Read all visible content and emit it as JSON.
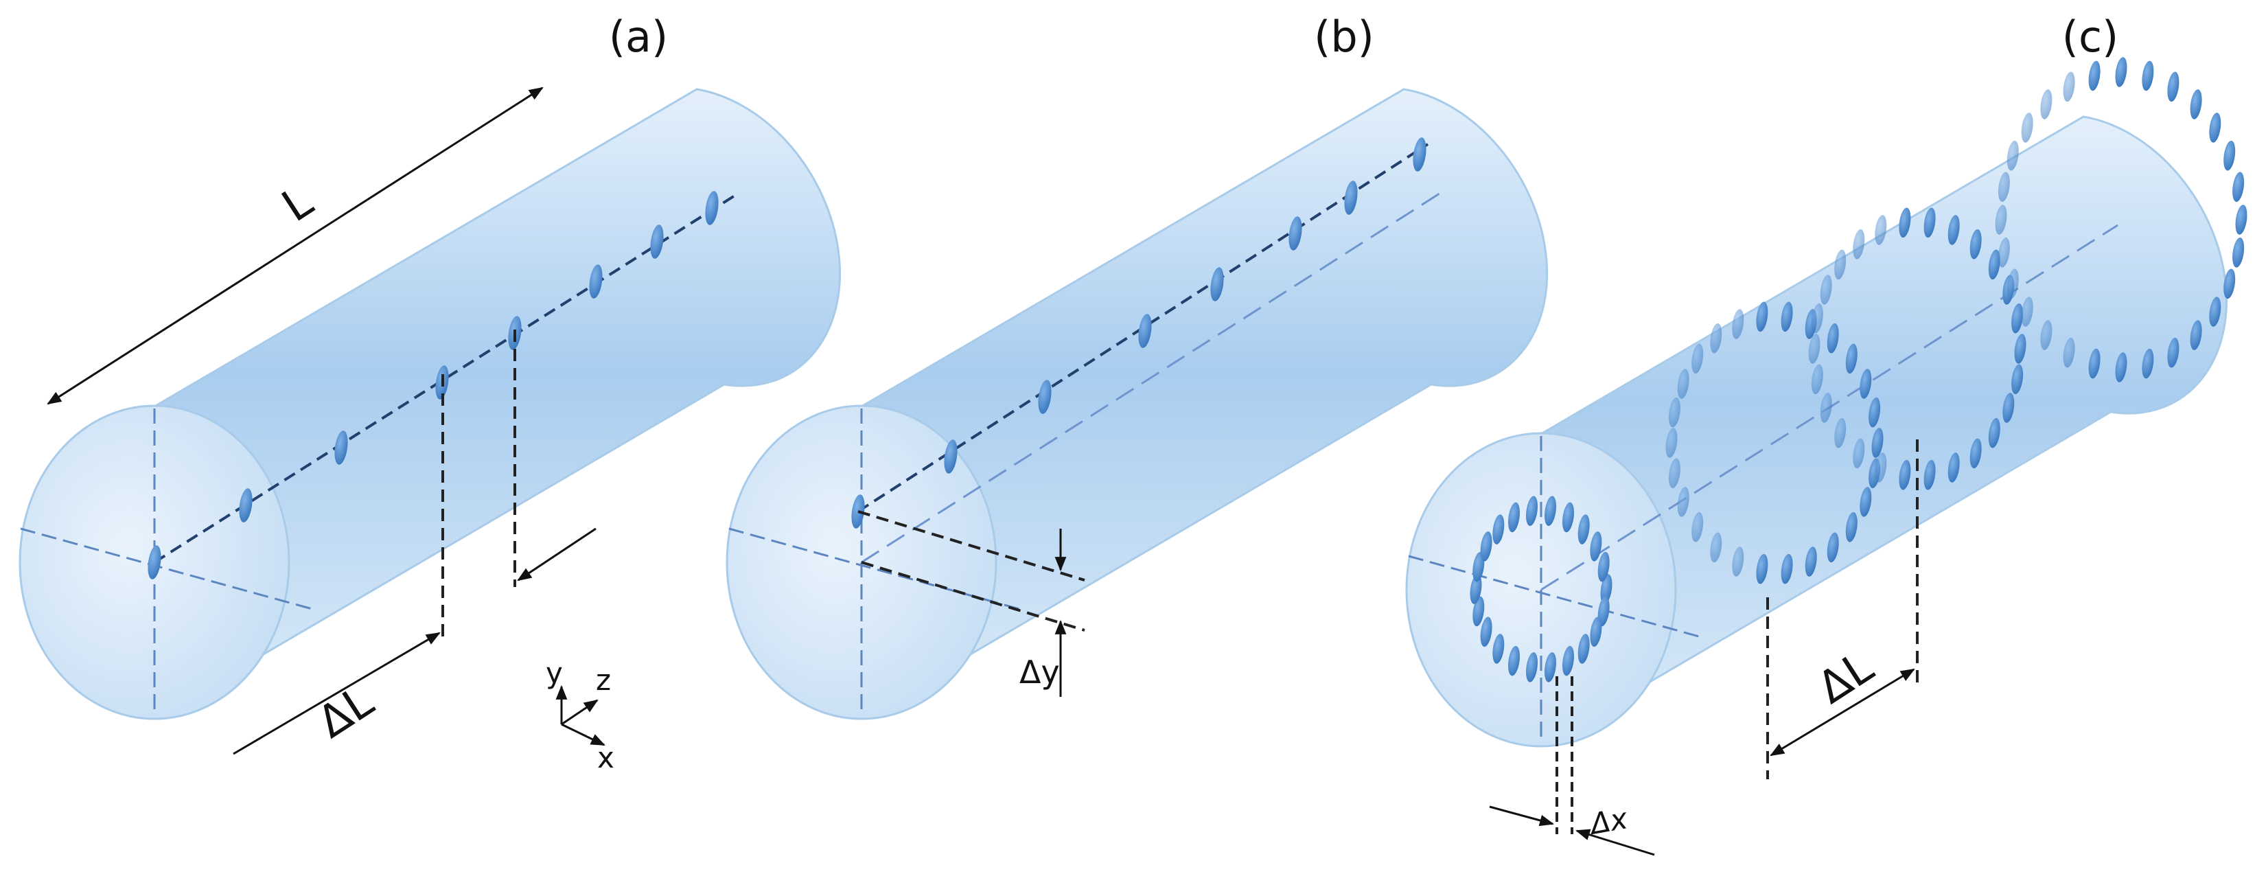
{
  "panels": [
    {
      "label": "(a)"
    },
    {
      "label": "(b)"
    },
    {
      "label": "(c)"
    }
  ],
  "dimensions": {
    "length": "L",
    "spacing": "ΔL",
    "offset_y": "Δy",
    "offset_x": "Δx"
  },
  "axes": {
    "y": "y",
    "z": "z",
    "x": "x"
  },
  "colors": {
    "cylinder_fill": "#b4d3f0",
    "cylinder_edge": "#9fc6e9",
    "dot_fill": "#3a7cc4",
    "axis_line": "#2a4a7a",
    "dim_line": "#111111"
  }
}
